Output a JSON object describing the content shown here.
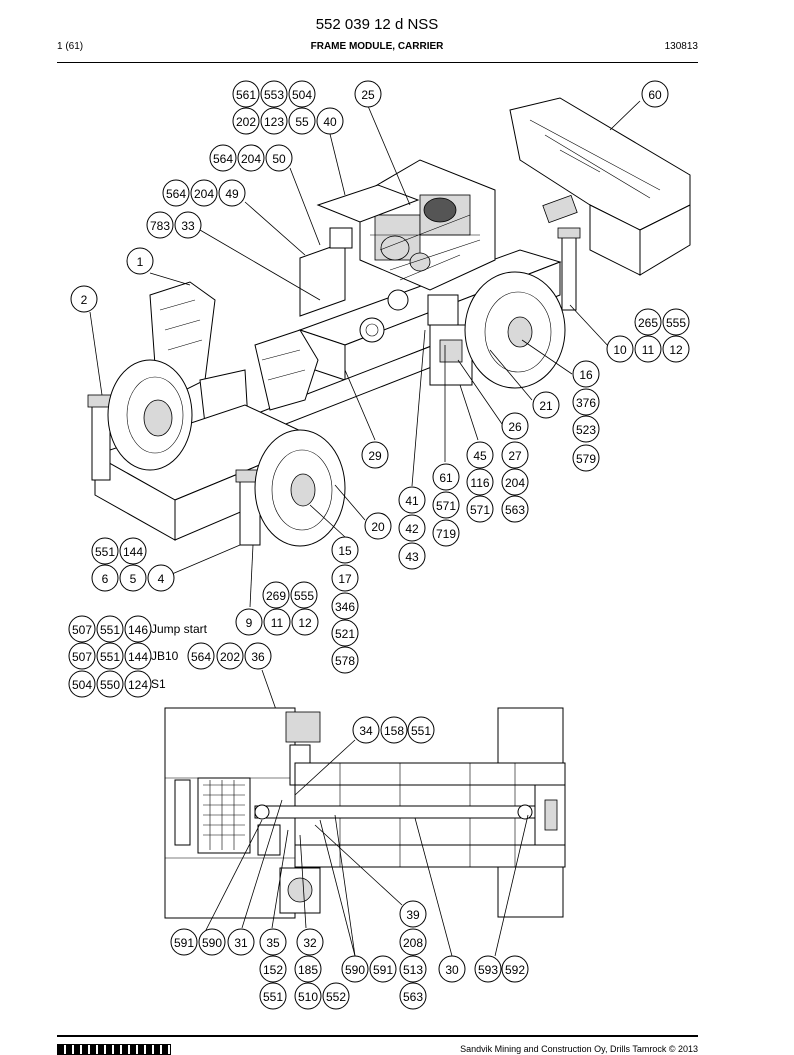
{
  "header": {
    "doc_number": "552 039 12 d NSS",
    "page": "1 (61)",
    "title": "FRAME MODULE, CARRIER",
    "date": "130813"
  },
  "footer": {
    "company": "Sandvik Mining and Construction Oy, Drills Tamrock © 2013"
  },
  "callouts": {
    "c561": "561",
    "c553": "553",
    "c504": "504",
    "c25": "25",
    "c60": "60",
    "c202": "202",
    "c123": "123",
    "c55": "55",
    "c40": "40",
    "c564a": "564",
    "c204a": "204",
    "c50": "50",
    "c564b": "564",
    "c204b": "204",
    "c49": "49",
    "c783": "783",
    "c33": "33",
    "c1": "1",
    "c2": "2",
    "c265": "265",
    "c555a": "555",
    "c10a": "10",
    "c11a": "11",
    "c12a": "12",
    "c16": "16",
    "c376": "376",
    "c21": "21",
    "c523": "523",
    "c26": "26",
    "c29": "29",
    "c45": "45",
    "c27": "27",
    "c579": "579",
    "c61": "61",
    "c116": "116",
    "c204c": "204",
    "c41": "41",
    "c571a": "571",
    "c571b": "571",
    "c563a": "563",
    "c20": "20",
    "c42": "42",
    "c719": "719",
    "c43": "43",
    "c551a": "551",
    "c144a": "144",
    "c15": "15",
    "c6": "6",
    "c5": "5",
    "c4": "4",
    "c17": "17",
    "c269": "269",
    "c555b": "555",
    "c346": "346",
    "c9": "9",
    "c11b": "11",
    "c12b": "12",
    "c521": "521",
    "c507a": "507",
    "c551b": "551",
    "c146": "146",
    "c507b": "507",
    "c551c": "551",
    "c144b": "144",
    "c564c": "564",
    "c202b": "202",
    "c36": "36",
    "c578": "578",
    "c504b": "504",
    "c550": "550",
    "c124": "124",
    "c34": "34",
    "c158": "158",
    "c551d": "551",
    "c39": "39",
    "c591a": "591",
    "c590a": "590",
    "c31": "31",
    "c35": "35",
    "c32": "32",
    "c208": "208",
    "c152": "152",
    "c185": "185",
    "c590b": "590",
    "c591b": "591",
    "c513": "513",
    "c30": "30",
    "c593": "593",
    "c592": "592",
    "c551e": "551",
    "c510": "510",
    "c552": "552",
    "c563b": "563"
  },
  "labels": {
    "jump_start": "Jump start",
    "jb10": "JB10",
    "s1": "S1"
  }
}
